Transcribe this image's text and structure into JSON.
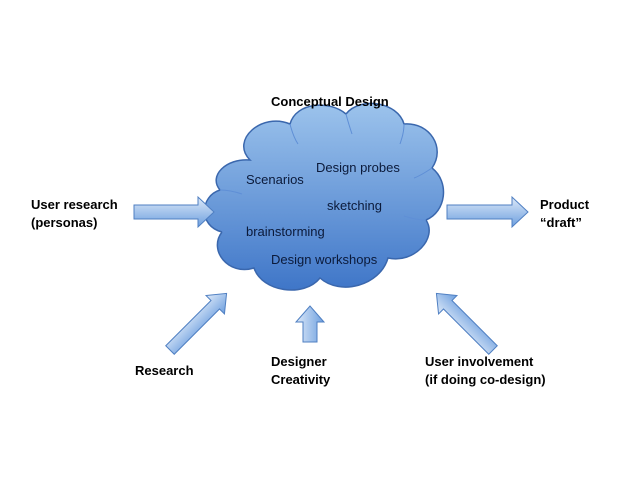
{
  "title": "Conceptual Design",
  "cloud_terms": {
    "scenarios": "Scenarios",
    "design_probes": "Design probes",
    "sketching": "sketching",
    "brainstorming": "brainstorming",
    "design_workshops": "Design workshops"
  },
  "inputs": {
    "user_research": [
      "User research",
      "(personas)"
    ],
    "research": "Research",
    "designer_creativity": [
      "Designer",
      "Creativity"
    ],
    "user_involvement": [
      "User involvement",
      "(if doing co-design)"
    ]
  },
  "output": [
    "Product",
    "“draft”"
  ],
  "colors": {
    "cloud_light": "#9cc3ec",
    "cloud_dark": "#3f76c8",
    "cloud_stroke": "#3a67ad",
    "arrow_light": "#cfe0f5",
    "arrow_dark": "#6d9fdf",
    "arrow_stroke": "#4f7fc2"
  }
}
